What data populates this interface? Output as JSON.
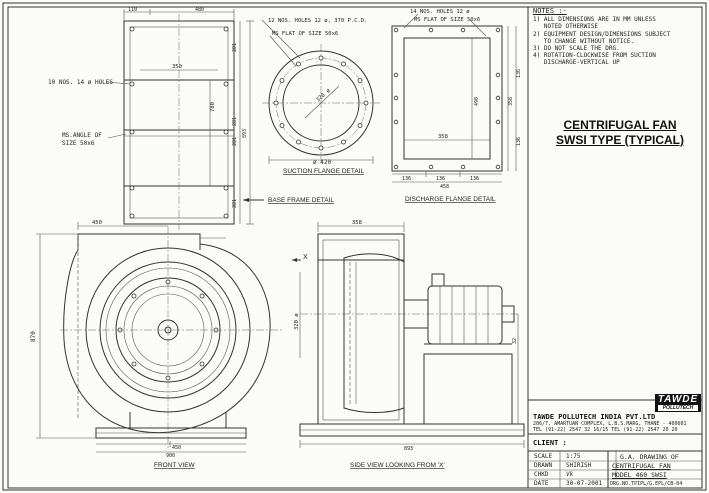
{
  "title": {
    "line1": "CENTRIFUGAL FAN",
    "line2": "SWSI TYPE (TYPICAL)"
  },
  "notes": {
    "heading": "NOTES :-",
    "items": [
      "1) ALL DIMENSIONS ARE IN MM UNLESS\n   NOTED OTHERWISE",
      "2) EQUIPMENT DESIGN/DIMENSIONS SUBJECT\n   TO CHANGE WITHOUT NOTICE.",
      "3) DO NOT SCALE THE DRG.",
      "4) ROTATION-CLOCKWISE FROM SUCTION\n   DISCHARGE-VERTICAL UP"
    ]
  },
  "views": {
    "base_frame": "BASE FRAME DETAIL",
    "suction_flange": "SUCTION FLANGE DETAIL",
    "discharge_flange": "DISCHARGE FLANGE DETAIL",
    "front": "FRONT VIEW",
    "side": "SIDE VIEW LOOKING FROM 'X'"
  },
  "callouts": {
    "holes_base": "10 NOS. 14 ø HOLES",
    "ms_angle_1": "MS.ANGLE OF",
    "ms_angle_2": "SIZE 50x6",
    "suction_holes": "12 NOS. HOLES 12 ø, 370 P.C.D.",
    "suction_flat": "MS FLAT OF SIZE 50x6",
    "discharge_holes": "14 NOS. HOLES 12 ø",
    "discharge_flat": "MS FLAT OF SIZE 50x6",
    "x_mark": "X"
  },
  "dims": {
    "base_top": "480",
    "base_top_left": "110",
    "base_inner": "350",
    "base_h1": "281",
    "base_h2": "780",
    "base_h3": "281",
    "base_h4": "893",
    "base_h5": "281",
    "base_h6": "281",
    "suction_dia": "ø 420",
    "suction_inner": "320 ø",
    "disch_w": "358",
    "disch_b1": "136",
    "disch_b2": "136",
    "disch_b3": "136",
    "disch_total": "458",
    "disch_h1": "490",
    "disch_h2": "358",
    "disch_h3": "136",
    "disch_h4": "136",
    "front_top": "450",
    "front_h": "870",
    "front_b1": "450",
    "front_b2": "900",
    "side_top": "358",
    "side_dia": "320 ø",
    "side_bottom": "893",
    "side_r": "32"
  },
  "company": {
    "name": "TAWDE POLLUTECH INDIA PVT.LTD",
    "address": "206/7, AMARTUAN COMPLEX, L.B.S.MARG, THANE - 400601",
    "tel": "TEL (91-22) 2547 32 16/15  TEL (91-22) 2547 20 20",
    "logo_top": "TAWDE",
    "logo_bottom": "POLLUTECH"
  },
  "title_block": {
    "client_label": "CLIENT :",
    "scale_label": "SCALE",
    "scale_value": "1:75",
    "drawn_label": "DRAWN",
    "drawn_value": "SHIRISH",
    "chkd_label": "CHKD",
    "chkd_value": "Vk",
    "date_label": "DATE",
    "date_value": "30-07-2001",
    "desc1": "G.A. DRAWING OF",
    "desc2": "CENTRIFUGAL FAN",
    "desc3": "MODEL 460 SWSI",
    "drg_no": "DRG.NO.TPIPL/G.EPL/CB-04"
  }
}
